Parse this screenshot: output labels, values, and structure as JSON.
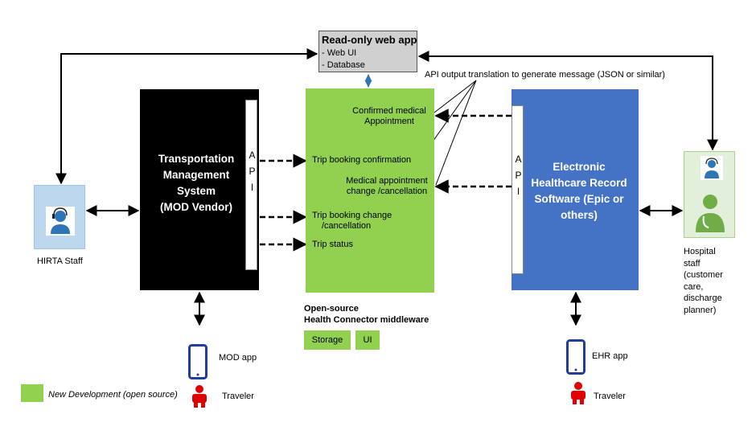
{
  "web_app": {
    "title": "Read-only web app",
    "items": [
      "- Web UI",
      "- Database"
    ]
  },
  "api_note": "API output translation to generate message (JSON or similar)",
  "tms": {
    "lines": [
      "Transportation",
      "Management",
      "System",
      "(MOD Vendor)"
    ],
    "api_letters": [
      "A",
      "P",
      "I"
    ]
  },
  "middleware": {
    "items": {
      "confirmed": [
        "Confirmed medical",
        "Appointment"
      ],
      "trip_confirm": [
        "Trip booking confirmation"
      ],
      "med_change": [
        "Medical appointment",
        "change /cancellation"
      ],
      "trip_change": [
        "Trip booking change",
        "/cancellation"
      ],
      "trip_status": [
        "Trip status"
      ]
    },
    "caption": [
      "Open-source",
      "Health Connector middleware"
    ],
    "storage": "Storage",
    "ui": "UI"
  },
  "ehr": {
    "lines": [
      "Electronic",
      "Healthcare Record",
      "Software (Epic or",
      "others)"
    ],
    "api_letters": [
      "A",
      "P",
      "I"
    ]
  },
  "hirta_label": "HIRTA Staff",
  "hospital_label": [
    "Hospital",
    "staff",
    "(customer",
    "care,",
    "discharge",
    "planner)"
  ],
  "mod_app": "MOD app",
  "ehr_app": "EHR app",
  "traveler_label": "Traveler",
  "legend": "New Development (open source)",
  "colors": {
    "green": "#92d050",
    "blue": "#4472c4",
    "black": "#000000",
    "grey": "#d0d0d0",
    "light_blue": "#bdd7ee",
    "light_green": "#e2efda",
    "phone": "#1f3d99",
    "traveler": "#e00000",
    "link": "#2e75b6"
  }
}
